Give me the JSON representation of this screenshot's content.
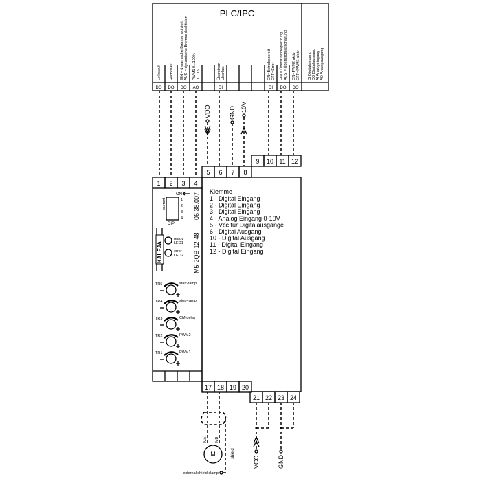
{
  "plc": {
    "title": "PLC/IPC",
    "columns": [
      {
        "lines": [
          "Linkslauf"
        ],
        "type": "DO"
      },
      {
        "lines": [
          "Rechtslauf"
        ],
        "type": "DO"
      },
      {
        "lines": [
          "EIN = dynamische Bremse aktiviert",
          "AUS = dynamische Bremse deaktiviert"
        ],
        "type": "DO"
      },
      {
        "lines": [
          "PWM1 0...100%",
          "0...10V"
        ],
        "type": "AO"
      },
      {
        "lines": [],
        "type": ""
      },
      {
        "lines": [
          "Überstrom",
          "Überlast"
        ],
        "type": "DI"
      },
      {
        "lines": [],
        "type": ""
      },
      {
        "lines": [],
        "type": ""
      },
      {
        "lines": [],
        "type": ""
      },
      {
        "lines": [
          "ON=Betriebsbereit",
          "OFF=Error"
        ],
        "type": "DI"
      },
      {
        "lines": [
          "EIN = Überstrombegrenzung",
          "AUS = Überstromabschaltung"
        ],
        "type": "DO"
      },
      {
        "lines": [
          "ON=PWM2 aktiv",
          "OFF=PWM1 aktiv"
        ],
        "type": "DO"
      }
    ],
    "legend": [
      "DI  Digitaleingang",
      "DO  Digitalausgang",
      "AI   Analogeingang",
      "AO  Analogausgang"
    ]
  },
  "signals": {
    "vdo": "VDO",
    "gnd": "GND",
    "v10": "10V",
    "vcc": "VCC",
    "gnd2": "GND"
  },
  "terminals": {
    "top_left": [
      "1",
      "2",
      "3",
      "4"
    ],
    "top_mid": [
      "5",
      "6",
      "7",
      "8"
    ],
    "top_right": [
      "9",
      "10",
      "11",
      "12"
    ],
    "bottom_mid": [
      "17",
      "18",
      "19",
      "20"
    ],
    "bottom_right": [
      "21",
      "22",
      "23",
      "24"
    ]
  },
  "module": {
    "dip_on": "ON",
    "dip_current": "current",
    "dip_nums": [
      "1",
      "2",
      "3",
      "4"
    ],
    "dip_label": "DIP",
    "brand": "KALEJA",
    "model": "M5-2QB-12-48",
    "number": "06.38.007",
    "led1": [
      "ready",
      "LED1"
    ],
    "led2": [
      "error",
      "LED2"
    ],
    "trimmers": [
      {
        "id": "TR5",
        "name": "start-ramp"
      },
      {
        "id": "TR4",
        "name": "stop-ramp"
      },
      {
        "id": "TR3",
        "name": "CM-delay"
      },
      {
        "id": "TR2",
        "name": "PWM2"
      },
      {
        "id": "TR1",
        "name": "PWM1"
      }
    ]
  },
  "klemme": {
    "title": "Klemme",
    "items": [
      "1 - Digital Eingang",
      "2 - Digital Eingang",
      "3 - Digital Eingang",
      "4 -  Analog Eingang 0-10V",
      "5 - Vcc für Digitalausgänge",
      "6 -  Digital Ausgang",
      "10 - Digital Ausgang",
      "11 - Digital Eingang",
      "12 - Digital Eingang"
    ]
  },
  "motor": {
    "symbol": "M",
    "ma": "MA",
    "mb": "MB",
    "shield": "shield",
    "clamp": "external shield clamp"
  }
}
